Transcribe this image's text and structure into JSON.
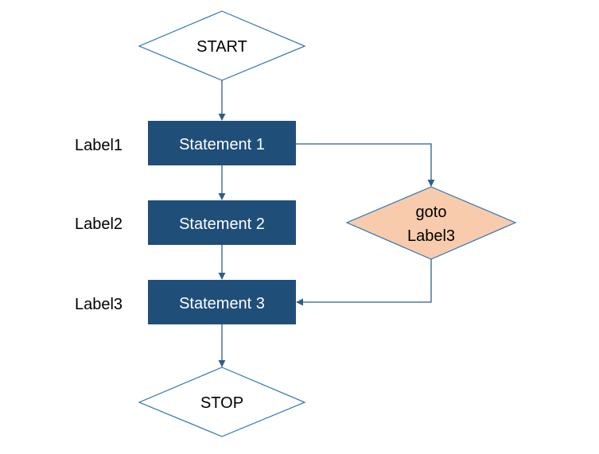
{
  "nodes": {
    "start": {
      "text": "START"
    },
    "statement1": {
      "text": "Statement 1"
    },
    "statement2": {
      "text": "Statement 2"
    },
    "statement3": {
      "text": "Statement 3"
    },
    "goto": {
      "line1": "goto",
      "line2": "Label3"
    },
    "stop": {
      "text": "STOP"
    }
  },
  "labels": {
    "label1": "Label1",
    "label2": "Label2",
    "label3": "Label3"
  },
  "colors": {
    "statement_fill": "#1f4e79",
    "connector": "#2e5f8a",
    "terminal_stroke": "#2e75b6",
    "goto_fill": "#f8cbad",
    "goto_stroke": "#2e75b6"
  }
}
